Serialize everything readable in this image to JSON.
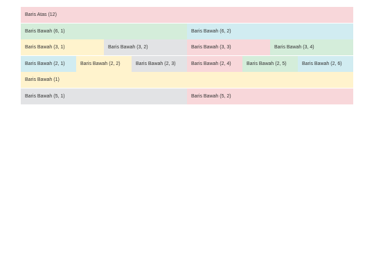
{
  "colors": {
    "pink": "#f8d7da",
    "green": "#d4edda",
    "blue": "#d1ecf1",
    "yellow": "#fff3cd",
    "gray": "#e2e3e5"
  },
  "rows": [
    {
      "cells": [
        {
          "label": "Baris Atas (12)",
          "color": "pink"
        }
      ]
    },
    {
      "cells": [
        {
          "label": "Baris Bawah (6, 1)",
          "color": "green"
        },
        {
          "label": "Baris Bawah (6, 2)",
          "color": "blue"
        }
      ]
    },
    {
      "cells": [
        {
          "label": "Baris Bawah (3, 1)",
          "color": "yellow"
        },
        {
          "label": "Baris Bawah (3, 2)",
          "color": "gray"
        },
        {
          "label": "Baris Bawah (3, 3)",
          "color": "pink"
        },
        {
          "label": "Baris Bawah (3, 4)",
          "color": "green"
        }
      ]
    },
    {
      "cells": [
        {
          "label": "Baris Bawah (2, 1)",
          "color": "blue"
        },
        {
          "label": "Baris Bawah (2, 2)",
          "color": "yellow"
        },
        {
          "label": "Baris Bawah (2, 3)",
          "color": "gray"
        },
        {
          "label": "Baris Bawah (2, 4)",
          "color": "pink"
        },
        {
          "label": "Baris Bawah (2, 5)",
          "color": "green"
        },
        {
          "label": "Baris Bawah (2, 6)",
          "color": "blue"
        }
      ]
    },
    {
      "cells": [
        {
          "label": "Baris Bawah (1)",
          "color": "yellow"
        }
      ]
    },
    {
      "cells": [
        {
          "label": "Baris Bawah (5, 1)",
          "color": "gray"
        },
        {
          "label": "Baris Bawah (5, 2)",
          "color": "pink"
        }
      ]
    }
  ]
}
